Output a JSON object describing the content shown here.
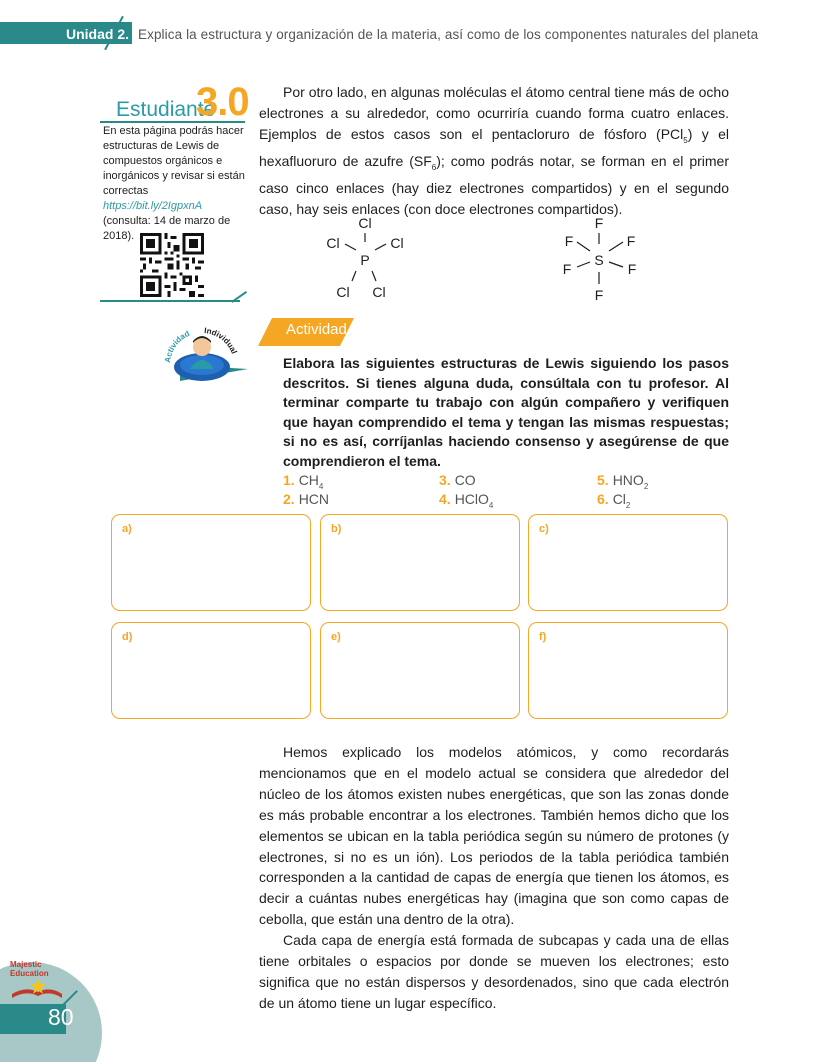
{
  "header": {
    "unit": "Unidad",
    "unit_number": "2.",
    "description": "Explica la estructura y organización de la materia, así como de los componentes naturales del planeta"
  },
  "sidebar": {
    "title": "Estudiante",
    "title_big": "3.0",
    "text_before_link": "En esta página podrás hacer estructuras de Lewis de compuestos orgánicos e inorgánicos y revisar si están correctas ",
    "link": "https://bit.ly/2IgpxnA",
    "text_after_link": " (consulta: 14 de marzo de 2018)."
  },
  "paragraph1": {
    "part1": "Por otro lado, en algunas moléculas el átomo central tiene más de ocho electrones a su alrededor, como ocurriría cuando forma cuatro enlaces. Ejemplos de estos casos son el pentacloruro de fósforo (PCl",
    "sub1": "5",
    "part2": ") y el hexafluoruro de azufre (SF",
    "sub2": "6",
    "part3": "); como podrás notar, se forman en el primer caso cinco enlaces (hay diez electrones compartidos) y en el segundo caso, hay seis enlaces (con doce electrones compartidos)."
  },
  "molecules": {
    "pcl5": {
      "center": "P",
      "ligand": "Cl"
    },
    "sf6": {
      "center": "S",
      "ligand": "F"
    }
  },
  "activity": {
    "badge_word1": "Actividad",
    "badge_word2": "Individual",
    "tag": "Actividad",
    "instructions": "Elabora las siguientes estructuras de Lewis siguiendo los pasos descritos. Si tienes alguna duda, consúltala con tu profesor. Al terminar comparte tu trabajo con algún compañero y verifiquen que hayan comprendido el tema y tengan las mismas respuestas; si no es así, corríjanlas haciendo consenso y asegúrense de que comprendieron el tema.",
    "items": [
      {
        "n": "1.",
        "text": "CH",
        "sub": "4"
      },
      {
        "n": "2.",
        "text": "HCN",
        "sub": ""
      },
      {
        "n": "3.",
        "text": "CO",
        "sub": ""
      },
      {
        "n": "4.",
        "text": "HClO",
        "sub": "4"
      },
      {
        "n": "5.",
        "text": "HNO",
        "sub": "2"
      },
      {
        "n": "6.",
        "text": "Cl",
        "sub": "2"
      }
    ],
    "boxes": [
      "a)",
      "b)",
      "c)",
      "d)",
      "e)",
      "f)"
    ]
  },
  "paragraph2": [
    "Hemos explicado los modelos atómicos, y como recordarás mencionamos que en el modelo actual se considera que alrededor del núcleo de los átomos existen nubes energéticas, que son las zonas donde es más probable encontrar a los electrones. También hemos dicho que los elementos se ubican en la tabla periódica según su número de protones (y electrones, si no es un ión). Los periodos de la tabla periódica también corresponden a la cantidad de capas de energía que tienen los átomos, es decir a cuántas nubes energéticas hay (imagina que son como capas de cebolla, que están una dentro de la otra).",
    "Cada capa de energía está formada de subcapas y cada una de ellas tiene orbitales o espacios por donde se mueven los electrones; esto significa que no están dispersos y desordenados, sino que cada electrón de un átomo tiene un lugar específico."
  ],
  "footer": {
    "page_number": "80",
    "logo_line1": "Majestic",
    "logo_line2": "Education"
  },
  "colors": {
    "teal": "#2a8a8a",
    "orange": "#f5a623",
    "light_teal": "#a8c8c8"
  }
}
